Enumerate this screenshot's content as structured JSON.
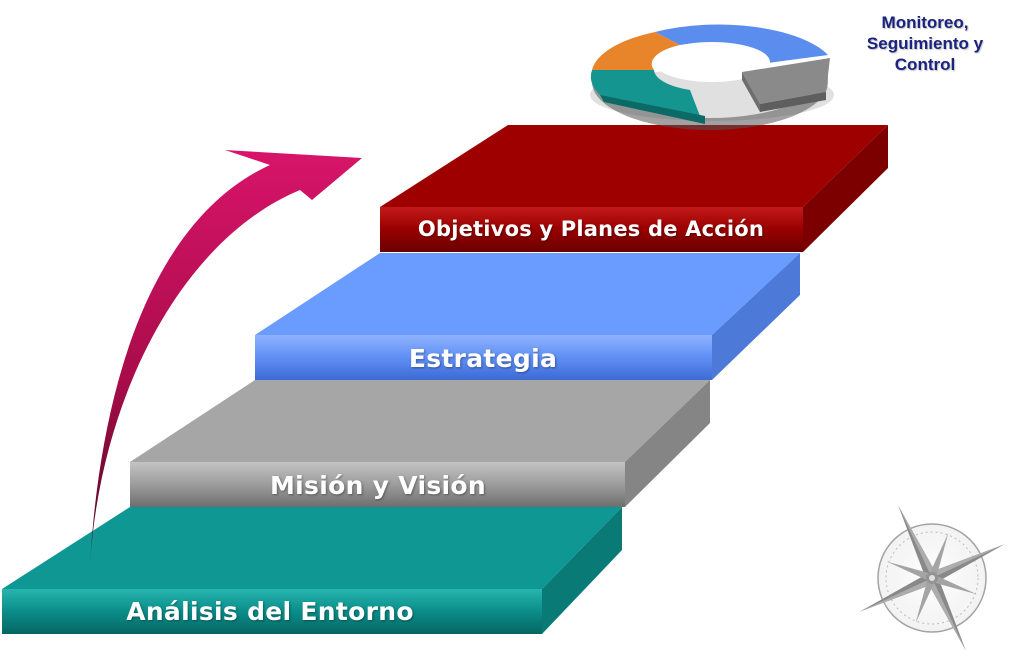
{
  "steps": [
    {
      "label": "Análisis del Entorno",
      "color": "#0d9a96"
    },
    {
      "label": "Misión y Visión",
      "color": "#9e9e9e"
    },
    {
      "label": "Estrategia",
      "color": "#6699ff"
    },
    {
      "label": "Objetivos y Planes de Acción",
      "color": "#a10000"
    }
  ],
  "monitor": {
    "line1": "Monitoreo,",
    "line2": "Seguimiento y",
    "line3": "Control"
  },
  "colors": {
    "arrow": "#d0105c",
    "ring_blue": "#5b8def",
    "ring_orange": "#e8852a",
    "ring_teal": "#14958f",
    "ring_gray": "#8a8a8a",
    "title_text": "#1a237e"
  },
  "icons": {
    "arrow": "curved-up-arrow",
    "cycle": "cycle-ring-icon",
    "compass": "compass-rose-icon"
  }
}
